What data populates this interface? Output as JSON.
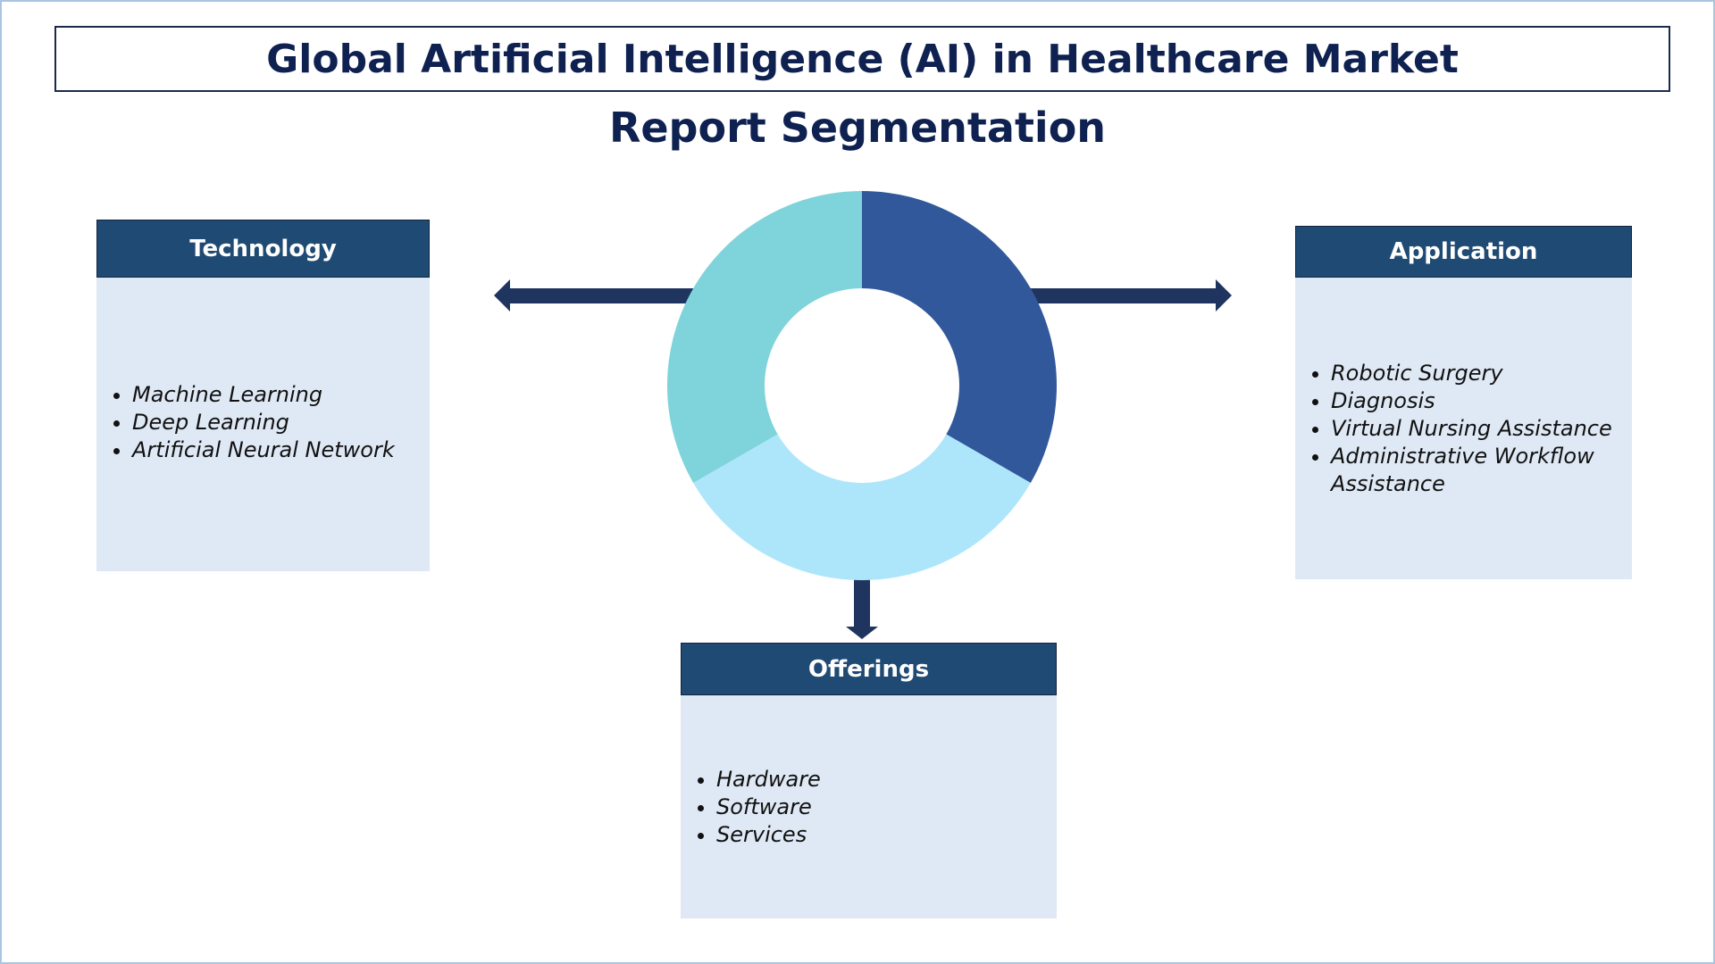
{
  "header": {
    "title": "Global Artificial Intelligence (AI) in Healthcare Market",
    "subtitle": "Report Segmentation"
  },
  "segments": {
    "technology": {
      "title": "Technology",
      "items": [
        "Machine Learning",
        "Deep Learning",
        "Artificial Neural Network"
      ]
    },
    "application": {
      "title": "Application",
      "items": [
        "Robotic Surgery",
        "Diagnosis",
        "Virtual Nursing Assistance",
        "Administrative Workflow Assistance"
      ]
    },
    "offerings": {
      "title": "Offerings",
      "items": [
        "Hardware",
        "Software",
        "Services"
      ]
    }
  },
  "colors": {
    "navy": "#0e2150",
    "header": "#1f4a73",
    "arrow": "#1f3560",
    "donut": [
      "#31589a",
      "#ade6fb",
      "#7fd3da"
    ],
    "card": "#dfe9f5"
  }
}
